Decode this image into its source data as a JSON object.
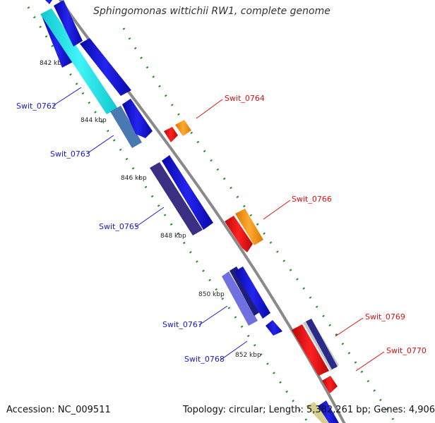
{
  "title": "Sphingomonas wittichii RW1, complete genome",
  "footer": {
    "accession": "Accession: NC_009511",
    "topology": "Topology: circular; Length: 5,382,261 bp; Genes: 4,906"
  },
  "ruler": [
    "842 kbp",
    "844 kbp",
    "846 kbp",
    "848 kbp",
    "850 kbp",
    "852 kbp"
  ],
  "genes": [
    {
      "name": "Swit_0762",
      "color": "#1a1acc"
    },
    {
      "name": "Swit_0763",
      "color": "#1a1acc"
    },
    {
      "name": "Swit_0764",
      "color": "#dd1111"
    },
    {
      "name": "Swit_0765",
      "color": "#1a1acc"
    },
    {
      "name": "Swit_0766",
      "color": "#dd1111"
    },
    {
      "name": "Swit_0767",
      "color": "#1a1acc"
    },
    {
      "name": "Swit_0768",
      "color": "#1a1acc"
    },
    {
      "name": "Swit_0769",
      "color": "#dd1111"
    },
    {
      "name": "Swit_0770",
      "color": "#dd1111"
    }
  ],
  "colors": {
    "backbone": "#888888",
    "ruler_dots": "#228b22",
    "cyan": "#22e8ee",
    "blue": "#1010dd",
    "steel": "#4a78b0",
    "indigo": "#3a2f82",
    "lavender": "#7070e0",
    "red": "#ee1111",
    "orange": "#ff9911",
    "grey": "#c8c8c8",
    "khaki": "#d8d090"
  }
}
